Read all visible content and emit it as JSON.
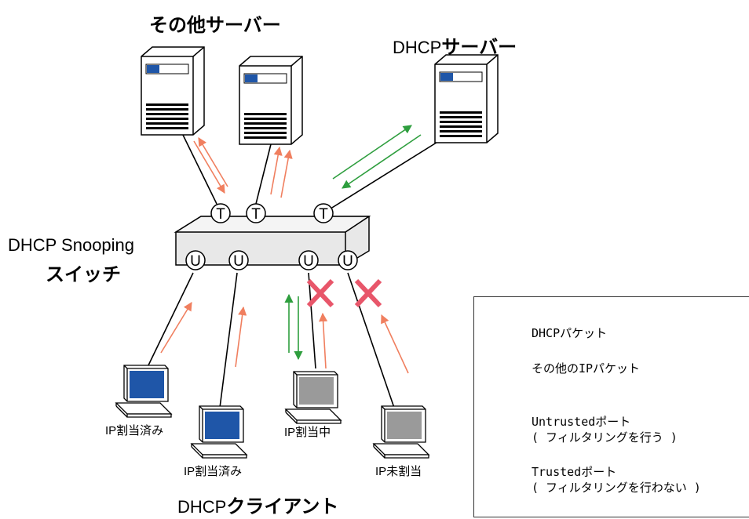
{
  "title_other_servers": "その他サーバー",
  "title_dhcp_server_prefix": "DHCP",
  "title_dhcp_server_suffix": "サーバー",
  "switch_label_line1": "DHCP Snooping",
  "switch_label_line2": "スイッチ",
  "client_title_prefix": "DHCP",
  "client_title_suffix": "クライアント",
  "port_trusted_letter": "T",
  "port_untrusted_letter": "U",
  "clients": [
    {
      "label": "IP割当済み"
    },
    {
      "label": "IP割当済み"
    },
    {
      "label": "IP割当中"
    },
    {
      "label": "IP未割当"
    }
  ],
  "legend": {
    "dhcp_packet": "DHCPパケット",
    "other_packet": "その他のIPパケット",
    "untrusted_line1": "Untrustedポート",
    "untrusted_line2": "( フィルタリングを行う )",
    "trusted_line1": "Trustedポート",
    "trusted_line2": "( フィルタリングを行わない )"
  },
  "colors": {
    "dhcp_arrow": "#2e9e3e",
    "ip_arrow": "#f07f5f",
    "block_x": "#e8566a",
    "screen_assigned": "#1f56a8",
    "screen_unassigned": "#9a9a9a",
    "server_strip": "#1f56a8"
  }
}
